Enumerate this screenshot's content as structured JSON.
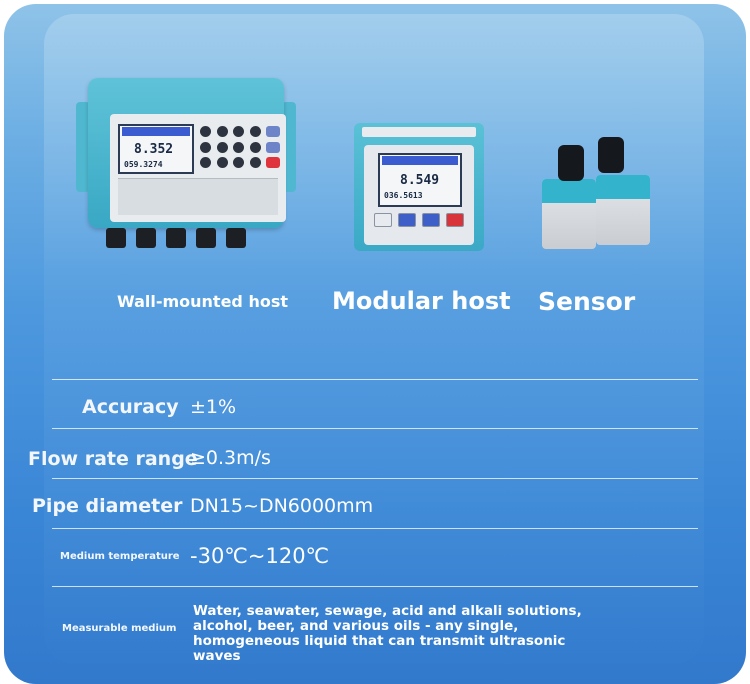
{
  "devices": {
    "wall": {
      "caption": "Wall-mounted host",
      "lcd_value": "8.352",
      "lcd_total": "059.3274"
    },
    "modular": {
      "caption": "Modular host",
      "lcd_value": "8.549",
      "lcd_total": "036.5613"
    },
    "sensor": {
      "caption": "Sensor"
    }
  },
  "specs": [
    {
      "label": "Accuracy",
      "value": "±1%"
    },
    {
      "label": "Flow rate range",
      "value": "≥0.3m/s"
    },
    {
      "label": "Pipe diameter",
      "value": "DN15~DN6000mm"
    },
    {
      "label": "Medium temperature",
      "value": "-30℃~120℃"
    },
    {
      "label": "Measurable medium",
      "value_lines": [
        "Water, seawater, sewage, acid and alkali solutions,",
        "alcohol, beer, and various oils - any single,",
        "homogeneous liquid that can transmit ultrasonic waves"
      ]
    }
  ],
  "colors": {
    "accent_top": "#8fc3e8",
    "accent_bottom": "#3279cc",
    "device_teal": "#3ba9c6"
  }
}
